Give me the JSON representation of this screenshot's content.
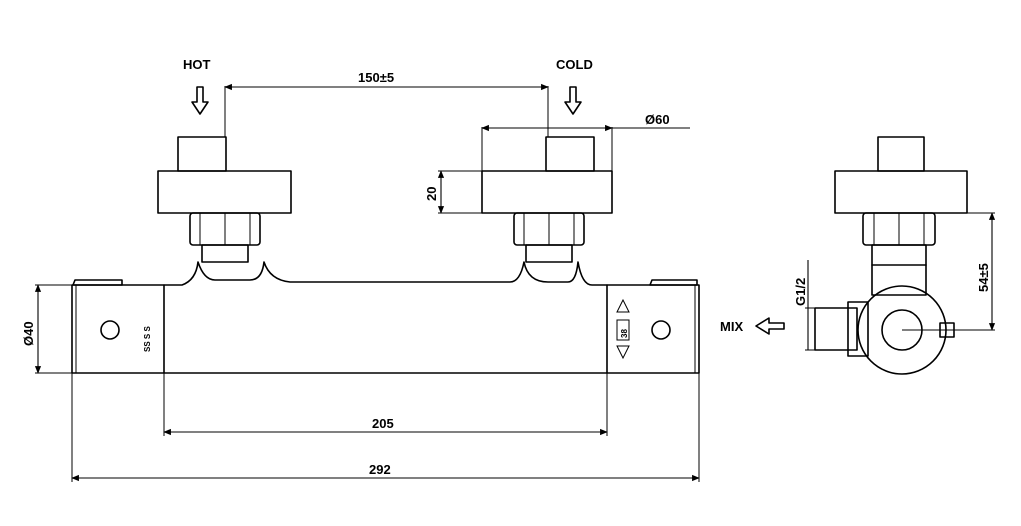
{
  "labels": {
    "hot": "HOT",
    "cold": "COLD",
    "mix": "MIX"
  },
  "dimensions": {
    "inlet_spacing": "150±5",
    "eccentric_diameter": "Ø60",
    "eccentric_height": "20",
    "body_diameter": "Ø40",
    "body_length": "205",
    "overall_length": "292",
    "thread": "G1/2",
    "depth": "54±5"
  },
  "dial_marks": {
    "temperature": "38",
    "flow": "SS S S"
  },
  "colors": {
    "line": "#000000",
    "background": "#ffffff"
  }
}
